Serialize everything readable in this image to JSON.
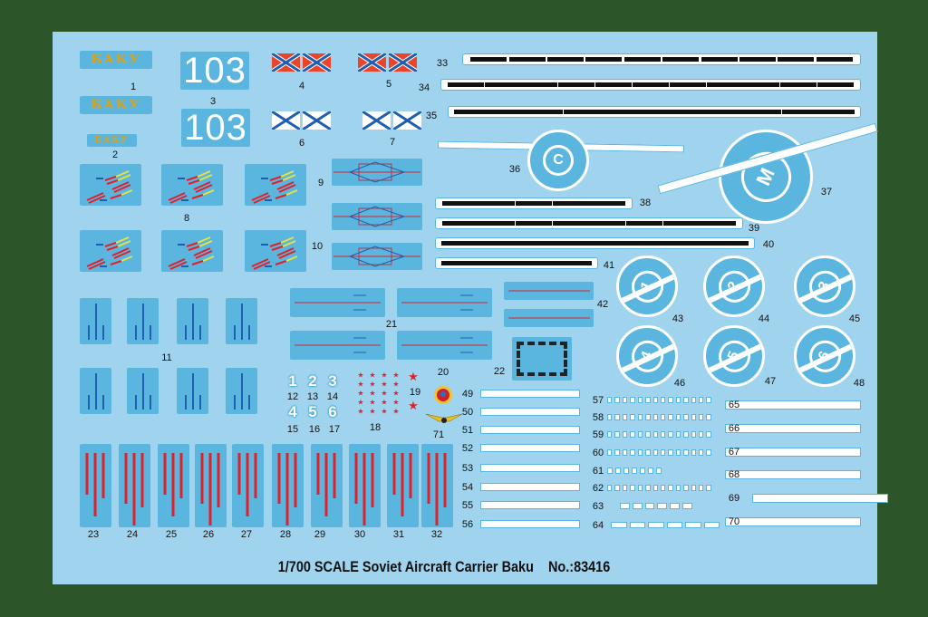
{
  "caption": {
    "title": "1/700 SCALE Soviet Aircraft Carrier Baku",
    "number": "No.:83416"
  },
  "decals": {
    "baku_text": "БАКУ",
    "hull_number": "103",
    "small_digits": [
      "1",
      "2",
      "3",
      "4",
      "5",
      "6"
    ],
    "circle_letters": {
      "c36": "C",
      "c37": "M"
    },
    "circle_numbers": [
      "1",
      "2",
      "3",
      "4",
      "5",
      "6"
    ]
  },
  "labels": {
    "n1": "1",
    "n2": "2",
    "n3": "3",
    "n4": "4",
    "n5": "5",
    "n6": "6",
    "n7": "7",
    "n8": "8",
    "n9": "9",
    "n10": "10",
    "n11": "11",
    "n12": "12",
    "n13": "13",
    "n14": "14",
    "n15": "15",
    "n16": "16",
    "n17": "17",
    "n18": "18",
    "n19": "19",
    "n20": "20",
    "n21": "21",
    "n22": "22",
    "n23": "23",
    "n24": "24",
    "n25": "25",
    "n26": "26",
    "n27": "27",
    "n28": "28",
    "n29": "29",
    "n30": "30",
    "n31": "31",
    "n32": "32",
    "n33": "33",
    "n34": "34",
    "n35": "35",
    "n36": "36",
    "n37": "37",
    "n38": "38",
    "n39": "39",
    "n40": "40",
    "n41": "41",
    "n42": "42",
    "n43": "43",
    "n44": "44",
    "n45": "45",
    "n46": "46",
    "n47": "47",
    "n48": "48",
    "n49": "49",
    "n50": "50",
    "n51": "51",
    "n52": "52",
    "n53": "53",
    "n54": "54",
    "n55": "55",
    "n56": "56",
    "n57": "57",
    "n58": "58",
    "n59": "59",
    "n60": "60",
    "n61": "61",
    "n62": "62",
    "n63": "63",
    "n64": "64",
    "n65": "65",
    "n66": "66",
    "n67": "67",
    "n68": "68",
    "n69": "69",
    "n70": "70",
    "n71": "71"
  },
  "colors": {
    "background": "#2c5529",
    "sheet": "#a0d4ee",
    "decal_blue": "#5ab6df",
    "gold": "#d9a21a",
    "red": "#e0202a",
    "navy": "#1f5fb0"
  }
}
